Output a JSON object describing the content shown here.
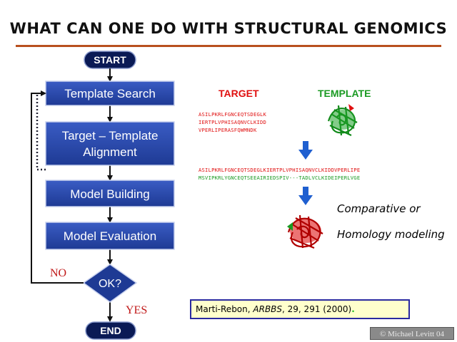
{
  "title": "WHAT CAN ONE DO WITH STRUCTURAL GENOMICS",
  "flowchart": {
    "start": "START",
    "steps": [
      {
        "line1": "Template Search",
        "line2": ""
      },
      {
        "line1": "Target – Template",
        "line2": "Alignment"
      },
      {
        "line1": "Model Building",
        "line2": ""
      },
      {
        "line1": "Model Evaluation",
        "line2": ""
      }
    ],
    "decision": "OK?",
    "no_label": "NO",
    "yes_label": "YES",
    "end": "END"
  },
  "columns": {
    "target": "TARGET",
    "template": "TEMPLATE"
  },
  "target_sequence": [
    "ASILPKRLFGNCEQTSDEGLK",
    "IERTPLVPHISAQNVCLKIDD",
    "VPERLIPERASFQWMNDK"
  ],
  "alignment": {
    "target_line": "ASILPKRLFGNCEQTSDEGLKIERTPLVPHISAQNVCLKIDDVPERLIPE",
    "template_line": "MSVIPKRLYGNCEQTSEEAIRIEDSPIV---TADLVCLKIDEIPERLVGE"
  },
  "result": {
    "line1": "Comparative or",
    "line2": "Homology modeling"
  },
  "citation": {
    "authors": "Marti-Rebon, ",
    "journal": "ARBBS",
    "rest": ", 29, 291 (2000)",
    "dot": "."
  },
  "copyright": "© Michael Levitt 04",
  "colors": {
    "box_blue": "#2545a8",
    "target_red": "#e01010",
    "template_green": "#1a9a22",
    "title_rule": "#b8501e",
    "arrow_blue": "#1f5fd0"
  }
}
